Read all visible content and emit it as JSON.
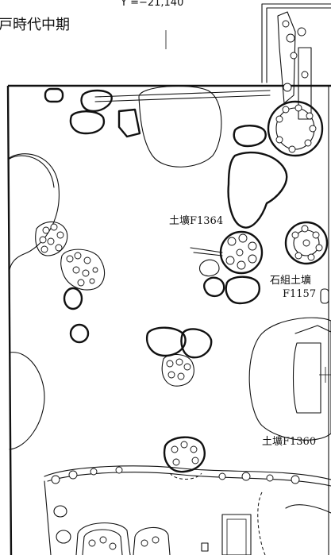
{
  "header": {
    "coordinate_label": "Y =−21,140",
    "period_label": "戸時代中期"
  },
  "features": {
    "pit_f1364": "土壙F1364",
    "stone_pit_line1": "石組土壙",
    "stone_pit_line2": "F1157",
    "pit_f1360": "土壙F1360"
  }
}
